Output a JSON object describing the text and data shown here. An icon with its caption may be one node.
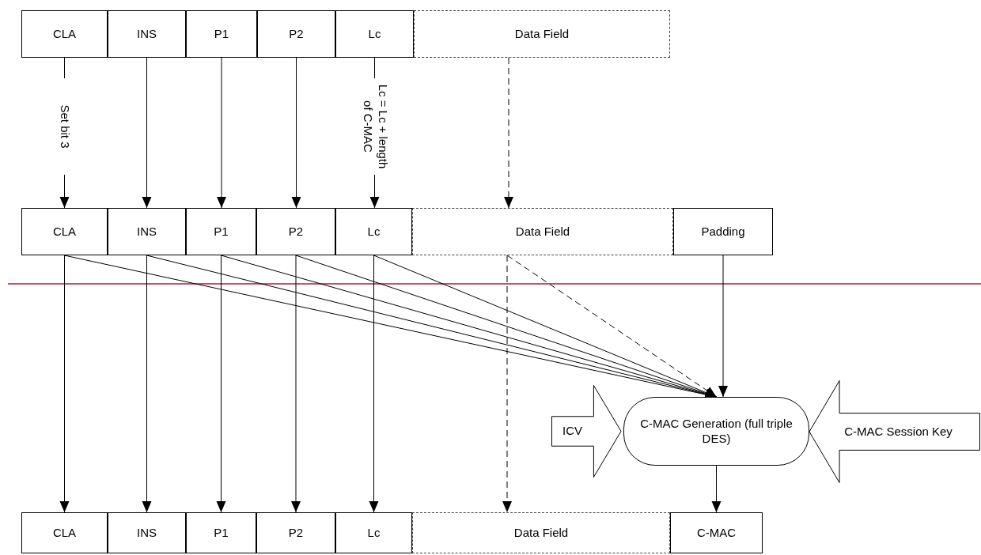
{
  "diagram": {
    "nodes": [
      {
        "text": [
          "CLA"
        ]
      },
      {
        "text": [
          "INS"
        ]
      },
      {
        "text": [
          "P1"
        ]
      },
      {
        "text": [
          "P2"
        ]
      },
      {
        "text": [
          "Lc"
        ]
      },
      {
        "text": [
          "Data Field"
        ]
      },
      {
        "text": [
          "CLA"
        ]
      },
      {
        "text": [
          "INS"
        ]
      },
      {
        "text": [
          "P1"
        ]
      },
      {
        "text": [
          "P2"
        ]
      },
      {
        "text": [
          "Lc"
        ]
      },
      {
        "text": [
          "Data Field"
        ]
      },
      {
        "text": [
          "Padding"
        ]
      },
      {
        "text": [
          "ICV"
        ]
      },
      {
        "text": [
          "C-MAC Generation (full triple DES)"
        ]
      },
      {
        "text": [
          "C-MAC Session Key"
        ]
      },
      {
        "text": [
          "CLA"
        ]
      },
      {
        "text": [
          "INS"
        ]
      },
      {
        "text": [
          "P1"
        ]
      },
      {
        "text": [
          "P2"
        ]
      },
      {
        "text": [
          "Lc"
        ]
      },
      {
        "text": [
          "Data Field"
        ]
      },
      {
        "text": [
          "C-MAC"
        ]
      }
    ],
    "edges": [
      {
        "from": 0,
        "to": 6,
        "arrow": "to",
        "label": "Set bit 3"
      },
      {
        "from": 1,
        "to": 7,
        "arrow": "to"
      },
      {
        "from": 2,
        "to": 8,
        "arrow": "to"
      },
      {
        "from": 3,
        "to": 9,
        "arrow": "to"
      },
      {
        "from": 4,
        "to": 10,
        "arrow": "to",
        "label": "Lc = Lc + length of C-MAC"
      },
      {
        "from": 5,
        "to": 11,
        "arrow": "to",
        "style": "dashed"
      },
      {
        "from": 6,
        "to": 14,
        "arrow": "to"
      },
      {
        "from": 7,
        "to": 14,
        "arrow": "to"
      },
      {
        "from": 8,
        "to": 14,
        "arrow": "to"
      },
      {
        "from": 9,
        "to": 14,
        "arrow": "to"
      },
      {
        "from": 10,
        "to": 14,
        "arrow": "to"
      },
      {
        "from": 11,
        "to": 14,
        "arrow": "to",
        "style": "dashed"
      },
      {
        "from": 12,
        "to": 14,
        "arrow": "to"
      },
      {
        "from": 6,
        "to": 16,
        "arrow": "to"
      },
      {
        "from": 7,
        "to": 17,
        "arrow": "to"
      },
      {
        "from": 8,
        "to": 18,
        "arrow": "to"
      },
      {
        "from": 9,
        "to": 19,
        "arrow": "to"
      },
      {
        "from": 10,
        "to": 20,
        "arrow": "to"
      },
      {
        "from": 11,
        "to": 21,
        "arrow": "to",
        "style": "dashed"
      },
      {
        "from": 14,
        "to": 22,
        "arrow": "to"
      }
    ]
  }
}
